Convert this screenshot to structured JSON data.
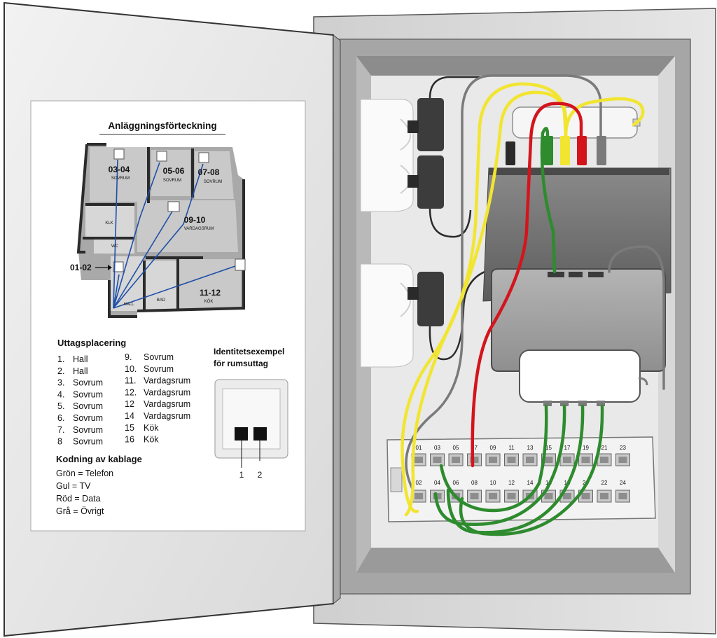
{
  "door": {
    "title": "Anläggningsförteckning",
    "floorplan": {
      "rooms": {
        "r0304_num": "03-04",
        "r0304_name": "SOVRUM",
        "r0506_num": "05-06",
        "r0506_name": "SOVRUM",
        "r0708_num": "07-08",
        "r0708_name": "SOVRUM",
        "r0910_num": "09-10",
        "r0910_name": "VARDAGSRUM",
        "r1112_num": "11-12",
        "r1112_name": "KÖK",
        "klk": "KLK",
        "wc": "WC",
        "hall": "HALL",
        "bad": "BAD"
      },
      "callout": "01-02"
    },
    "placement": {
      "heading": "Uttagsplacering",
      "left": [
        {
          "n": "1.",
          "room": "Hall"
        },
        {
          "n": "2.",
          "room": "Hall"
        },
        {
          "n": "3.",
          "room": "Sovrum"
        },
        {
          "n": "4.",
          "room": "Sovrum"
        },
        {
          "n": "5.",
          "room": "Sovrum"
        },
        {
          "n": "6.",
          "room": "Sovrum"
        },
        {
          "n": "7.",
          "room": "Sovrum"
        },
        {
          "n": "8",
          "room": "Sovrum"
        }
      ],
      "right": [
        {
          "n": "9.",
          "room": "Sovrum"
        },
        {
          "n": "10.",
          "room": "Sovrum"
        },
        {
          "n": "11.",
          "room": "Vardagsrum"
        },
        {
          "n": "12.",
          "room": "Vardagsrum"
        },
        {
          "n": "12",
          "room": "Vardagsrum"
        },
        {
          "n": "14",
          "room": "Vardagsrum"
        },
        {
          "n": "15",
          "room": "Kök"
        },
        {
          "n": "16",
          "room": "Kök"
        }
      ]
    },
    "identity": {
      "line1": "Identitetsexempel",
      "line2": "för rumsuttag",
      "port1": "1",
      "port2": "2"
    },
    "coding": {
      "heading": "Kodning av kablage",
      "items": [
        "Grön = Telefon",
        "Gul = TV",
        "Röd = Data",
        "Grå = Övrigt"
      ]
    }
  },
  "patch_panel": {
    "top_ports": [
      "01",
      "03",
      "05",
      "07",
      "09",
      "11",
      "13",
      "15",
      "17",
      "19",
      "21",
      "23"
    ],
    "bottom_ports": [
      "02",
      "04",
      "06",
      "08",
      "10",
      "12",
      "14",
      "16",
      "18",
      "20",
      "22",
      "24"
    ]
  },
  "colors": {
    "green": "#2e8b2e",
    "yellow": "#f2e531",
    "red": "#d4141c",
    "gray": "#7a7a7a",
    "floorplan_line": "#1f4fa8"
  }
}
